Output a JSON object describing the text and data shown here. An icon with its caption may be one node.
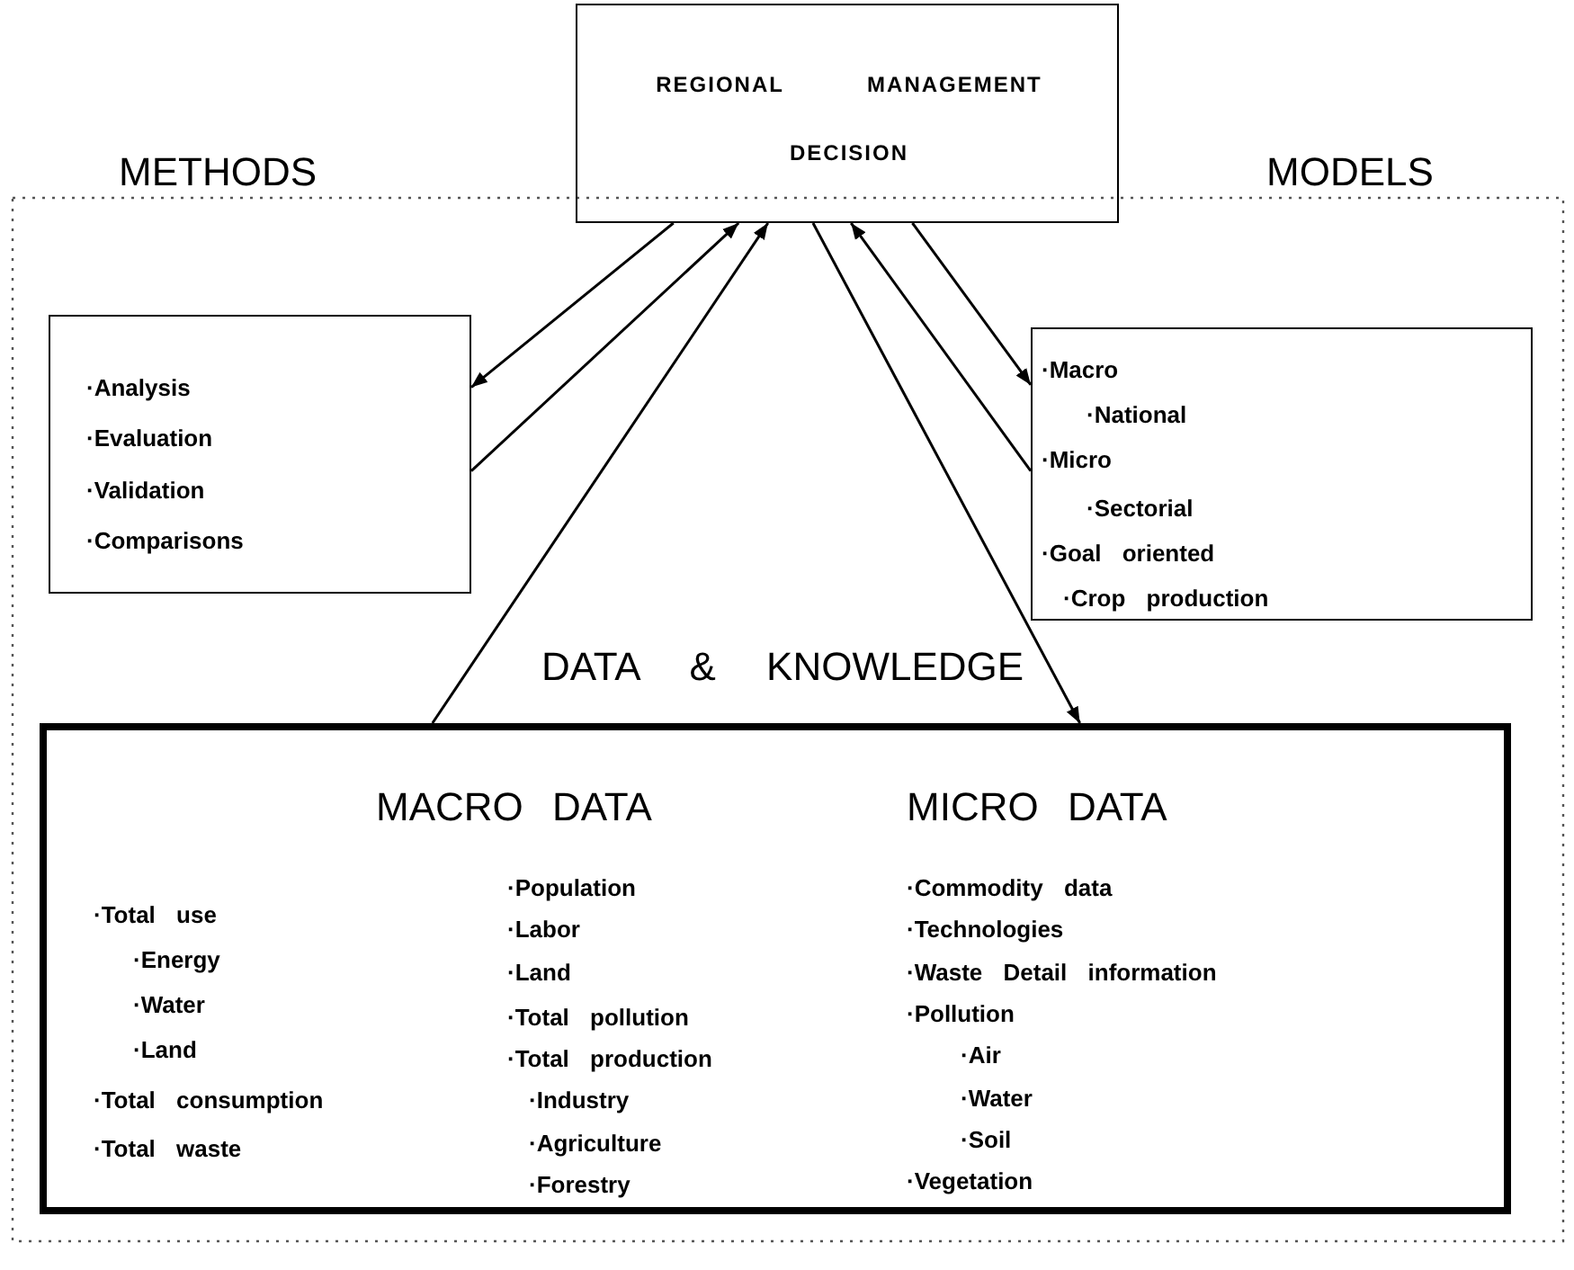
{
  "diagram": {
    "nodes": [
      {
        "text": [
          "REGIONAL MANAGEMENT DECISION"
        ]
      },
      {
        "text": [
          "METHODS",
          "·Analysis",
          "·Evaluation",
          "·Validation",
          "·Comparisons"
        ]
      },
      {
        "text": [
          "MODELS",
          "·Macro",
          "·National",
          "·Micro",
          "·Sectorial",
          "·Goal oriented",
          "·Crop production"
        ]
      },
      {
        "text": [
          "DATA & KNOWLEDGE",
          "MACRO DATA",
          "MICRO DATA",
          "·Total use",
          "·Energy",
          "·Water",
          "·Land",
          "·Total consumption",
          "·Total waste",
          "·Population",
          "·Labor",
          "·Land",
          "·Total pollution",
          "·Total production",
          "·Industry",
          "·Agriculture",
          "·Forestry",
          "·Commodity data",
          "·Technologies",
          "·Waste Detail information",
          "·Pollution",
          "·Air",
          "·Water",
          "·Soil",
          "·Vegetation"
        ]
      }
    ],
    "edges": [
      {
        "from": 0,
        "to": 1,
        "arrow": "to"
      },
      {
        "from": 1,
        "to": 0,
        "arrow": "to"
      },
      {
        "from": 3,
        "to": 0,
        "arrow": "to"
      },
      {
        "from": 0,
        "to": 3,
        "arrow": "to"
      },
      {
        "from": 2,
        "to": 0,
        "arrow": "to"
      },
      {
        "from": 0,
        "to": 2,
        "arrow": "to"
      }
    ]
  }
}
